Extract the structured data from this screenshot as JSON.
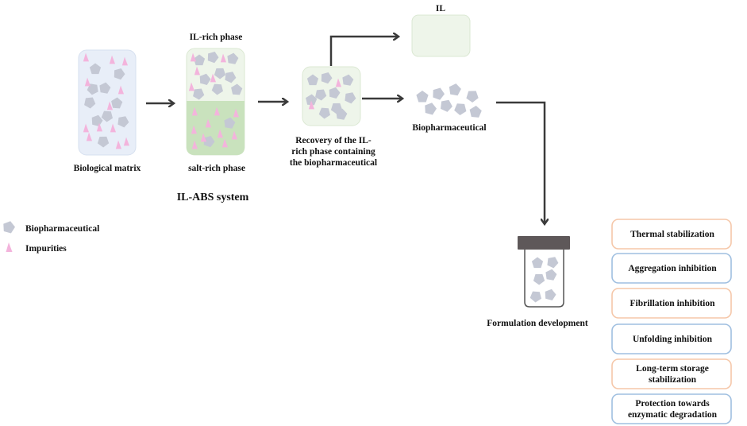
{
  "labels": {
    "biological_matrix": "Biological matrix",
    "il_rich_phase": "IL-rich phase",
    "salt_rich_phase": "salt-rich phase",
    "system_title": "IL-ABS system",
    "recovery_line1": "Recovery of the IL-",
    "recovery_line2": "rich phase containing",
    "recovery_line3": "the biopharmaceutical",
    "il": "IL",
    "biopharmaceutical": "Biopharmaceutical",
    "formulation": "Formulation development"
  },
  "legend": {
    "biopharmaceutical": "Biopharmaceutical",
    "impurities": "Impurities"
  },
  "benefits": [
    {
      "line1": "Thermal stabilization",
      "line2": ""
    },
    {
      "line1": "Aggregation inhibition",
      "line2": ""
    },
    {
      "line1": "Fibrillation inhibition",
      "line2": ""
    },
    {
      "line1": "Unfolding inhibition",
      "line2": ""
    },
    {
      "line1": "Long-term storage",
      "line2": "stabilization"
    },
    {
      "line1": "Protection towards",
      "line2": "enzymatic degradation"
    }
  ],
  "colors": {
    "biological_matrix_fill": "#e8eef8",
    "il_rich_fill": "#eef5ea",
    "salt_rich_fill": "#c9e2bd",
    "pentagon": "#c4c8d4",
    "triangle": "#f3b4dc",
    "arrow": "#3a3a3a",
    "vial_cap": "#5e5859",
    "box_orange_border": "#f5c7a9",
    "box_blue_border": "#9fbfe0"
  },
  "icons": [
    "pentagon-icon",
    "triangle-icon",
    "arrow-icon",
    "vial-icon"
  ]
}
